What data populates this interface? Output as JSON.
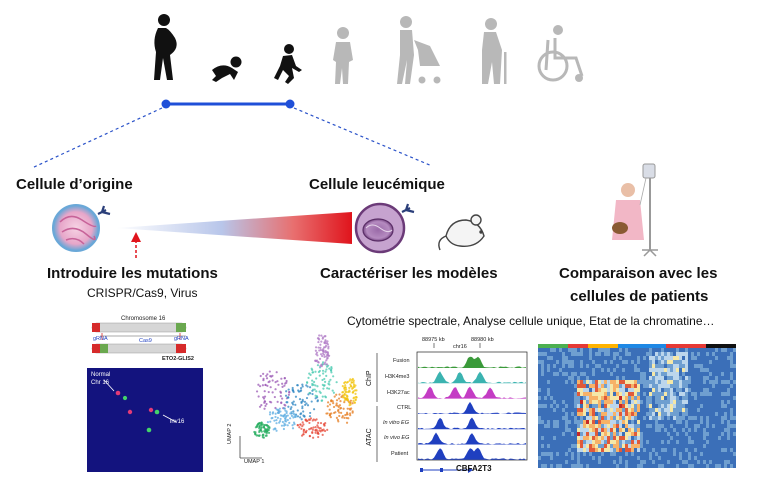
{
  "labels": {
    "origin": "Cellule d’origine",
    "leukemic": "Cellule leucémique",
    "introduce": "Introduire les mutations",
    "introduce_sub": "CRISPR/Cas9, Virus",
    "characterize": "Caractériser les modèles",
    "compare_line1": "Comparaison avec les",
    "compare_line2": "cellules de patients",
    "methods": "Cytométrie spectrale, Analyse cellule unique, Etat de la chromatine…"
  },
  "crispr": {
    "chromosome": "Chromosome 16",
    "cas9": "Cas9",
    "grna_left": "gRNA",
    "grna_right": "gRNA",
    "fusion": "ETO2-GLIS2"
  },
  "fish": {
    "normal": "Normal",
    "chr": "Chr 16",
    "inv": "inv16"
  },
  "umap": {
    "xlabel": "UMAP 1",
    "ylabel": "UMAP 2"
  },
  "tracks": {
    "coord_left": "88975 kb",
    "coord_right": "88980 kb",
    "chr": "chr16",
    "gene": "CBFA2T3",
    "group_chip": "ChIP",
    "group_atac": "ATAC",
    "rows": [
      "Fusion",
      "H3K4me3",
      "H3K27ac",
      "CTRL",
      "In vitro EG",
      "In vivo EG",
      "Patient"
    ]
  },
  "colors": {
    "timeline": "#1f4fd8",
    "dashed": "#2a52c9",
    "wedge": "#e0141c",
    "chip_fusion": "#3a9a3a",
    "chip_h3k4me3": "#3bb3b0",
    "chip_h3k27ac": "#c43cc4",
    "atac": "#1f3fc0",
    "fish_bg": "#1a1a8a"
  }
}
